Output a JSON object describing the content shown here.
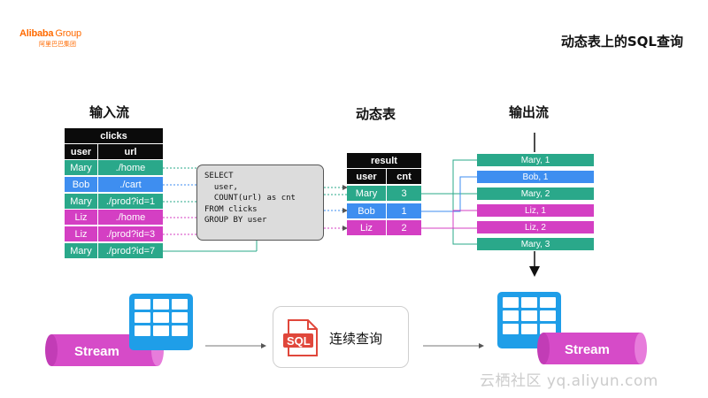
{
  "header": {
    "logo_text": "Alibaba",
    "logo_group": "Group",
    "logo_sub": "阿里巴巴集团",
    "title": "动态表上的SQL查询"
  },
  "sections": {
    "input_stream": "输入流",
    "dynamic_table": "动态表",
    "output_stream": "输出流"
  },
  "clicks_table": {
    "name": "clicks",
    "columns": [
      "user",
      "url"
    ],
    "rows": [
      {
        "user": "Mary",
        "url": "./home",
        "color": "#2aa88a"
      },
      {
        "user": "Bob",
        "url": "./cart",
        "color": "#3e8ef0"
      },
      {
        "user": "Mary",
        "url": "./prod?id=1",
        "color": "#2aa88a"
      },
      {
        "user": "Liz",
        "url": "./home",
        "color": "#d43fc3"
      },
      {
        "user": "Liz",
        "url": "./prod?id=3",
        "color": "#d43fc3"
      },
      {
        "user": "Mary",
        "url": "./prod?id=7",
        "color": "#2aa88a"
      }
    ]
  },
  "query": {
    "lines": [
      "SELECT",
      "  user,",
      "  COUNT(url) as cnt",
      "FROM clicks",
      "GROUP BY user"
    ]
  },
  "result_table": {
    "name": "result",
    "columns": [
      "user",
      "cnt"
    ],
    "rows": [
      {
        "user": "Mary",
        "cnt": "3",
        "color": "#2aa88a"
      },
      {
        "user": "Bob",
        "cnt": "1",
        "color": "#3e8ef0"
      },
      {
        "user": "Liz",
        "cnt": "2",
        "color": "#d43fc3"
      }
    ]
  },
  "output_events": [
    {
      "label": "Mary, 1",
      "color": "#2aa88a"
    },
    {
      "label": "Bob, 1",
      "color": "#3e8ef0"
    },
    {
      "label": "Mary, 2",
      "color": "#2aa88a"
    },
    {
      "label": "Liz, 1",
      "color": "#d43fc3"
    },
    {
      "label": "Liz, 2",
      "color": "#d43fc3"
    },
    {
      "label": "Mary, 3",
      "color": "#2aa88a"
    }
  ],
  "bottom": {
    "stream_left": "Stream",
    "sql_icon": "SQL",
    "continuous_query": "连续查询",
    "stream_right": "Stream"
  },
  "watermark": "云栖社区 yq.aliyun.com",
  "colors": {
    "green": "#2aa88a",
    "blue": "#3e8ef0",
    "pink": "#d43fc3",
    "table_icon": "#1f9ee8",
    "stream_pink": "#d64bc8",
    "sql_red": "#e0473b"
  }
}
